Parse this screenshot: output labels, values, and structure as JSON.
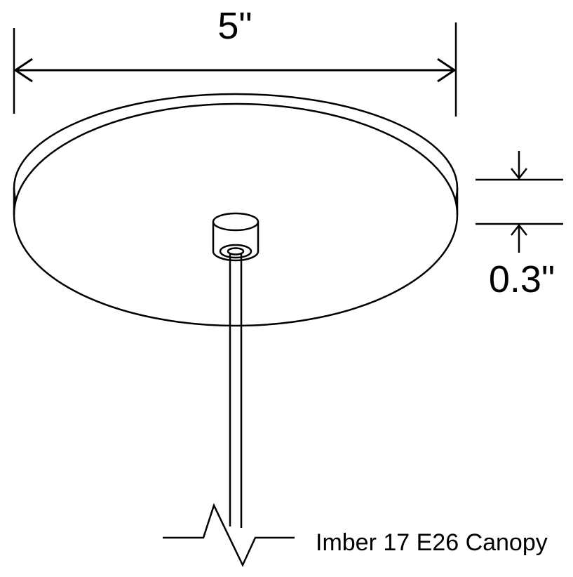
{
  "diagram": {
    "width_label": "5\"",
    "height_label": "0.3\"",
    "caption": "Imber 17 E26 Canopy"
  },
  "colors": {
    "line": "#000000",
    "background": "#ffffff"
  }
}
